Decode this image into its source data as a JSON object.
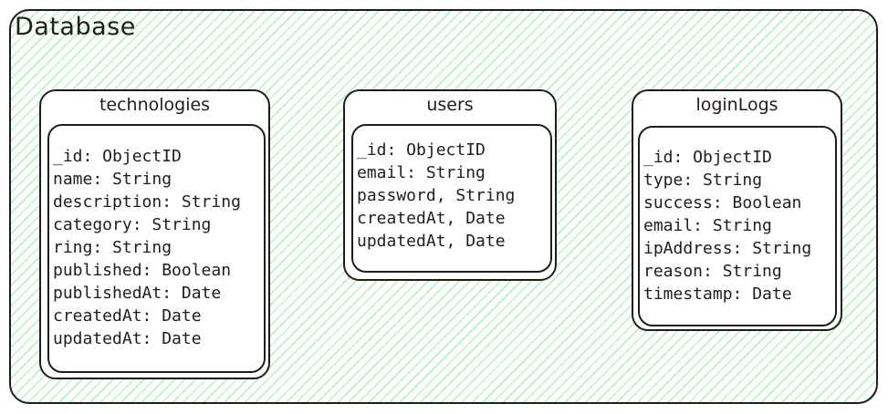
{
  "container": {
    "title": "Database"
  },
  "collections": [
    {
      "name": "technologies",
      "fields": [
        "_id: ObjectID",
        "name: String",
        "description: String",
        "category: String",
        "ring: String",
        "published: Boolean",
        "publishedAt: Date",
        "createdAt: Date",
        "updatedAt: Date"
      ]
    },
    {
      "name": "users",
      "fields": [
        "_id: ObjectID",
        "email: String",
        "password, String",
        "createdAt, Date",
        "updatedAt, Date"
      ]
    },
    {
      "name": "loginLogs",
      "fields": [
        "_id: ObjectID",
        "type: String",
        "success: Boolean",
        "email: String",
        "ipAddress: String",
        "reason: String",
        "timestamp: Date"
      ]
    }
  ],
  "colors": {
    "stroke": "#1e1e1e",
    "hatch": "#b2f2bb",
    "box_fill": "#ffffff"
  }
}
